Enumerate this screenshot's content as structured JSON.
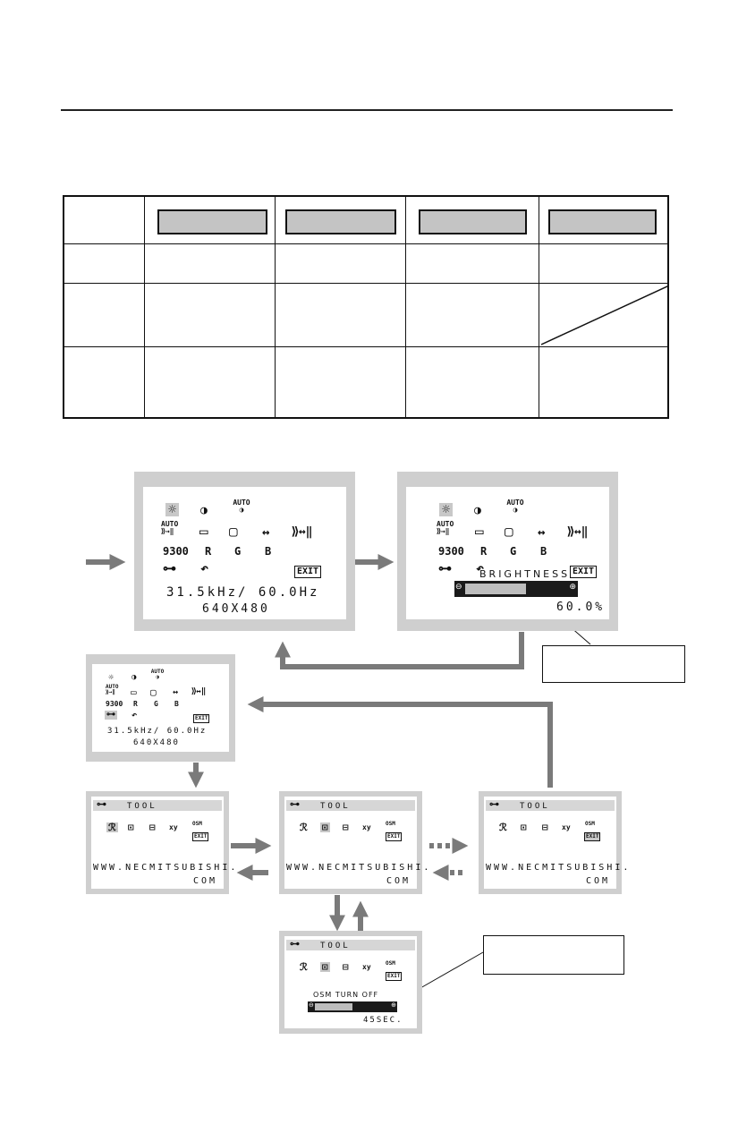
{
  "menu_icons": {
    "row1": [
      "☼",
      "◑",
      "AUTO ◑"
    ],
    "row2": [
      "AUTO ⟫→‖",
      "▭",
      "▢",
      "↔",
      "⟫↔‖"
    ],
    "row3": [
      "9300",
      "R",
      "G",
      "B"
    ],
    "row4": [
      "⊶",
      "↶",
      "EXIT"
    ]
  },
  "screen_main": {
    "frequency": "31.5kHz/ 60.0Hz",
    "resolution": "640X480"
  },
  "screen_brightness": {
    "label": "BRIGHTNESS",
    "value": "60.0%",
    "bar_fraction": 0.6,
    "minus": "⊖",
    "plus": "⊕"
  },
  "tool_screen": {
    "title": "TOOL",
    "icons": [
      "ℛ",
      "⊡",
      "⊟",
      "xy",
      "OSM",
      "EXIT"
    ],
    "url_line1": "WWW.NECMITSUBISHI.",
    "url_line2": "COM"
  },
  "osm_turn_off": {
    "label": "OSM TURN OFF",
    "value": "45SEC.",
    "bar_fraction": 0.5
  },
  "colors": {
    "frame": "#cfcfcf",
    "highlight": "#c8c8c8",
    "arrow": "#7a7a7a",
    "bar_dark": "#1a1a1a"
  }
}
